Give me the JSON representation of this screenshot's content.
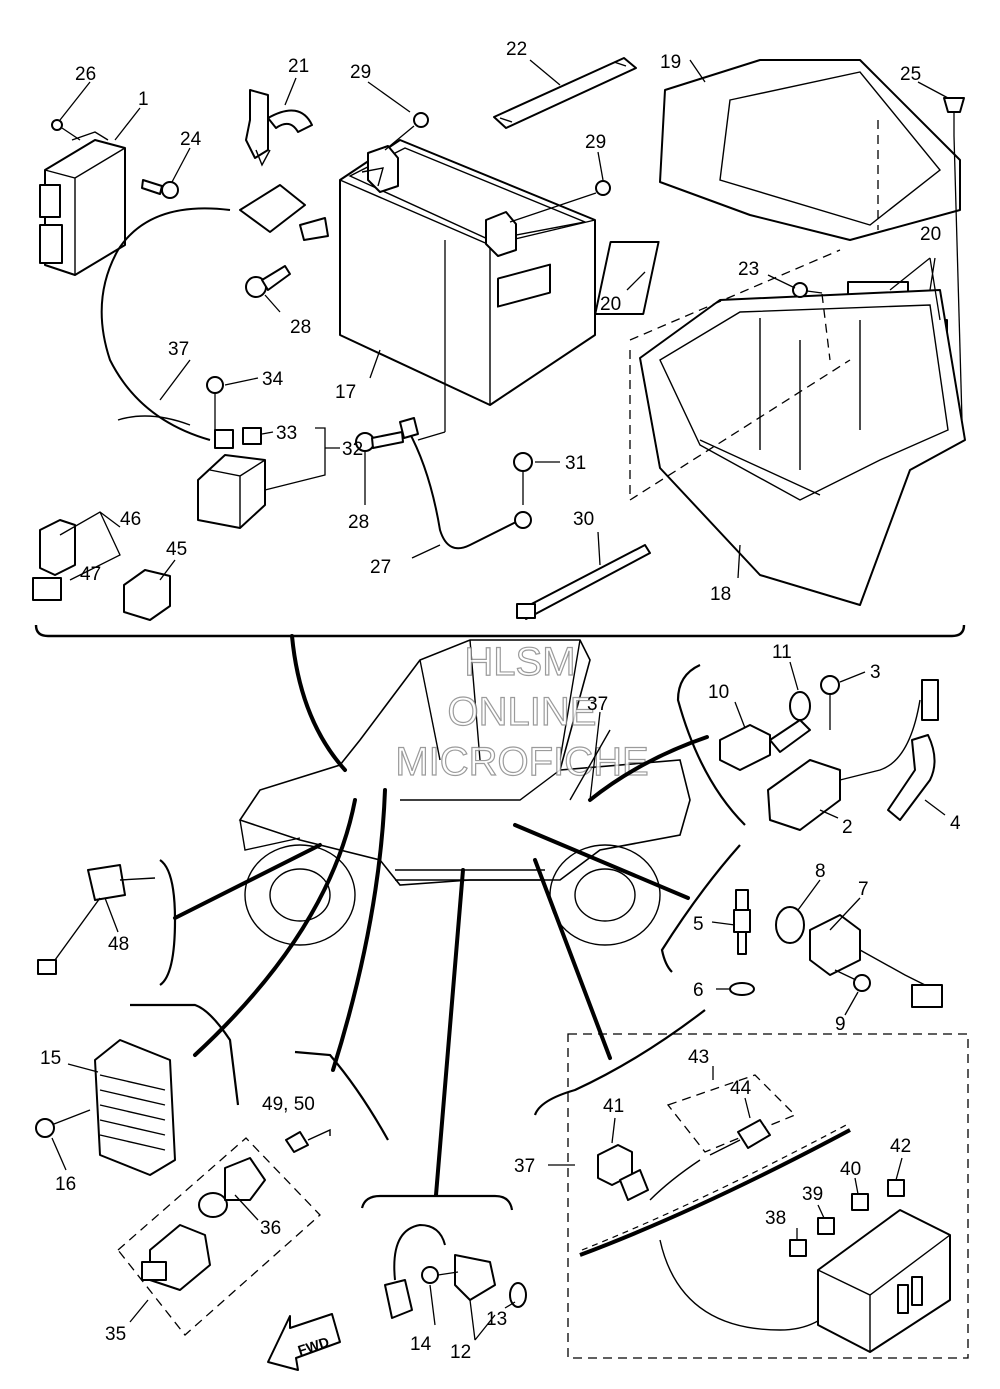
{
  "watermark": {
    "line1": "HLSM",
    "line2": "ONLINE",
    "line3": "MICROFICHE"
  },
  "fwd_label": "FWD",
  "callouts": {
    "p1": "1",
    "p2": "2",
    "p3": "3",
    "p4": "4",
    "p5": "5",
    "p6": "6",
    "p7": "7",
    "p8": "8",
    "p9": "9",
    "p10": "10",
    "p11": "11",
    "p12": "12",
    "p13": "13",
    "p14": "14",
    "p15": "15",
    "p16": "16",
    "p17": "17",
    "p18": "18",
    "p19": "19",
    "p20": "20",
    "p21": "21",
    "p22": "22",
    "p23": "23",
    "p24": "24",
    "p25": "25",
    "p26": "26",
    "p27": "27",
    "p28": "28",
    "p29": "29",
    "p30": "30",
    "p31": "31",
    "p32": "32",
    "p33": "33",
    "p34": "34",
    "p35": "35",
    "p36": "36",
    "p37": "37",
    "p38": "38",
    "p39": "39",
    "p40": "40",
    "p41": "41",
    "p42": "42",
    "p43": "43",
    "p44": "44",
    "p45": "45",
    "p46": "46",
    "p47": "47",
    "p48": "48",
    "p49_50": "49, 50"
  }
}
